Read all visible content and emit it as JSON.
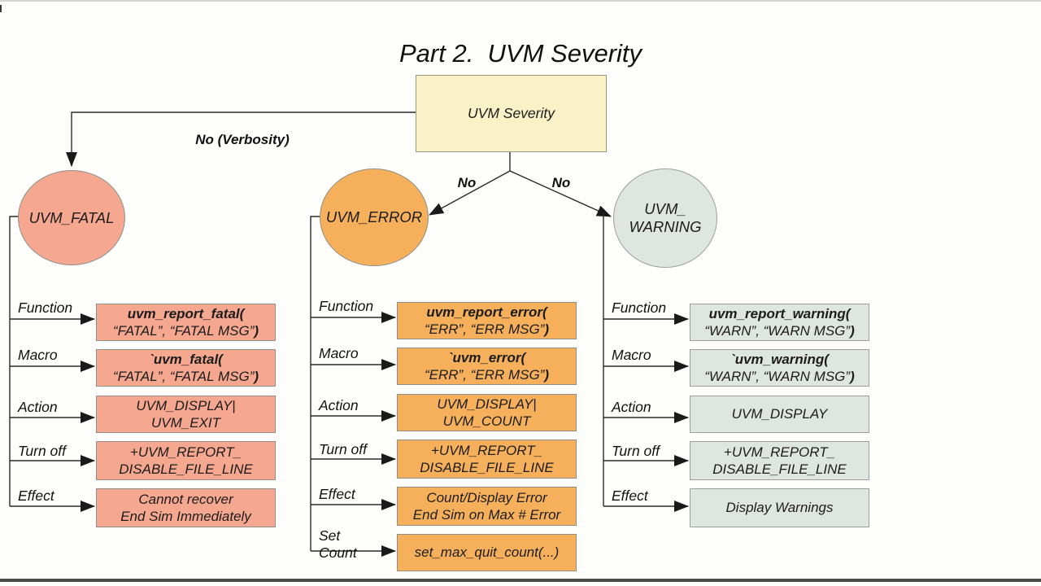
{
  "title": "Part 2.  UVM Severity",
  "root_box": {
    "label": "UVM Severity"
  },
  "edge_labels": {
    "to_fatal": "No (Verbosity)",
    "to_error": "No",
    "to_warning": "No"
  },
  "colors": {
    "root_fill": "#f8f2c6",
    "fatal_fill": "#f5a88f",
    "error_fill": "#f6b05c",
    "warning_fill": "#dfe5e0",
    "line": "#2a2a2a"
  },
  "columns": [
    {
      "name": "fatal",
      "circle": {
        "line1": "UVM_FATAL",
        "line2": ""
      },
      "rows": [
        {
          "label": "Function",
          "line1": "uvm_report_fatal(",
          "line2": "“FATAL”, “FATAL MSG”",
          "suffix": ")"
        },
        {
          "label": "Macro",
          "line1": "`uvm_fatal(",
          "line2": "“FATAL”, “FATAL MSG”",
          "suffix": ")"
        },
        {
          "label": "Action",
          "line1": "UVM_DISPLAY|",
          "line2": "UVM_EXIT",
          "suffix": ""
        },
        {
          "label": "Turn off",
          "line1": "+UVM_REPORT_",
          "line2": "DISABLE_FILE_LINE",
          "suffix": ""
        },
        {
          "label": "Effect",
          "line1": "Cannot recover",
          "line2": "End Sim Immediately",
          "suffix": ""
        }
      ]
    },
    {
      "name": "error",
      "circle": {
        "line1": "UVM_ERROR",
        "line2": ""
      },
      "rows": [
        {
          "label": "Function",
          "line1": "uvm_report_error(",
          "line2": "“ERR”, “ERR MSG”",
          "suffix": ")"
        },
        {
          "label": "Macro",
          "line1": "`uvm_error(",
          "line2": "“ERR”, “ERR MSG”",
          "suffix": ")"
        },
        {
          "label": "Action",
          "line1": "UVM_DISPLAY|",
          "line2": "UVM_COUNT",
          "suffix": ""
        },
        {
          "label": "Turn off",
          "line1": "+UVM_REPORT_",
          "line2": "DISABLE_FILE_LINE",
          "suffix": ""
        },
        {
          "label": "Effect",
          "line1": "Count/Display Error",
          "line2": "End Sim on Max # Error",
          "suffix": ""
        },
        {
          "label": "Set",
          "label2": "Count",
          "line1": "set_max_quit_count(...)",
          "line2": "",
          "suffix": ""
        }
      ]
    },
    {
      "name": "warning",
      "circle": {
        "line1": "UVM_",
        "line2": "WARNING"
      },
      "rows": [
        {
          "label": "Function",
          "line1": "uvm_report_warning(",
          "line2": "“WARN”, “WARN MSG”",
          "suffix": ")"
        },
        {
          "label": "Macro",
          "line1": "`uvm_warning(",
          "line2": "“WARN”, “WARN MSG”",
          "suffix": ")"
        },
        {
          "label": "Action",
          "line1": "UVM_DISPLAY",
          "line2": "",
          "suffix": ""
        },
        {
          "label": "Turn off",
          "line1": "+UVM_REPORT_",
          "line2": "DISABLE_FILE_LINE",
          "suffix": ""
        },
        {
          "label": "Effect",
          "line1": "Display Warnings",
          "line2": "",
          "suffix": ""
        }
      ]
    }
  ]
}
